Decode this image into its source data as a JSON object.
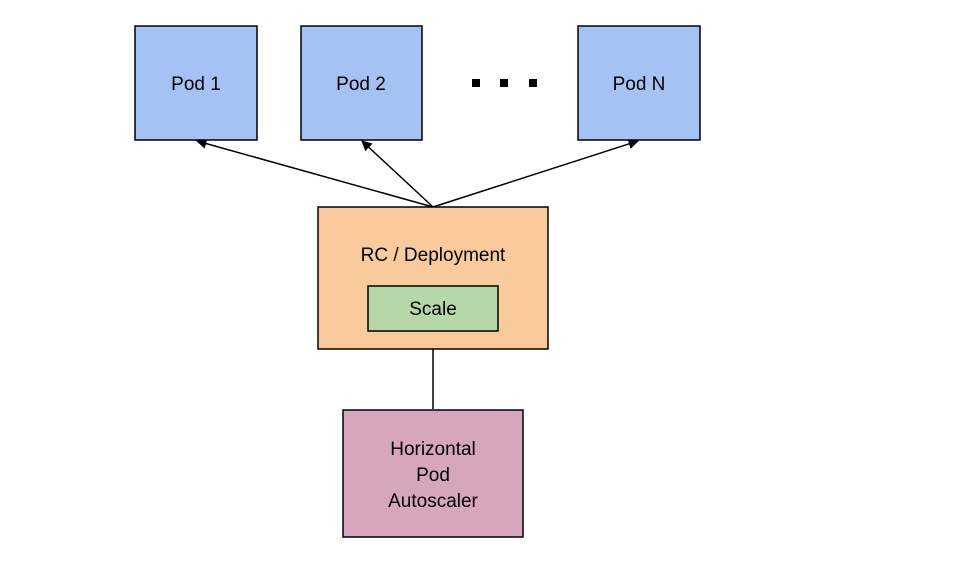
{
  "colors": {
    "pod_fill": "#a4c2f4",
    "controller_fill": "#f9cb9c",
    "scale_fill": "#b6d7a8",
    "autoscaler_fill": "#d5a6bd",
    "stroke": "#000000"
  },
  "pods": [
    {
      "label": "Pod 1"
    },
    {
      "label": "Pod 2"
    },
    {
      "label": "Pod N"
    }
  ],
  "ellipsis": ". . .",
  "controller": {
    "label": "RC / Deployment",
    "scale_label": "Scale"
  },
  "autoscaler": {
    "lines": [
      "Horizontal",
      "Pod",
      "Autoscaler"
    ]
  }
}
